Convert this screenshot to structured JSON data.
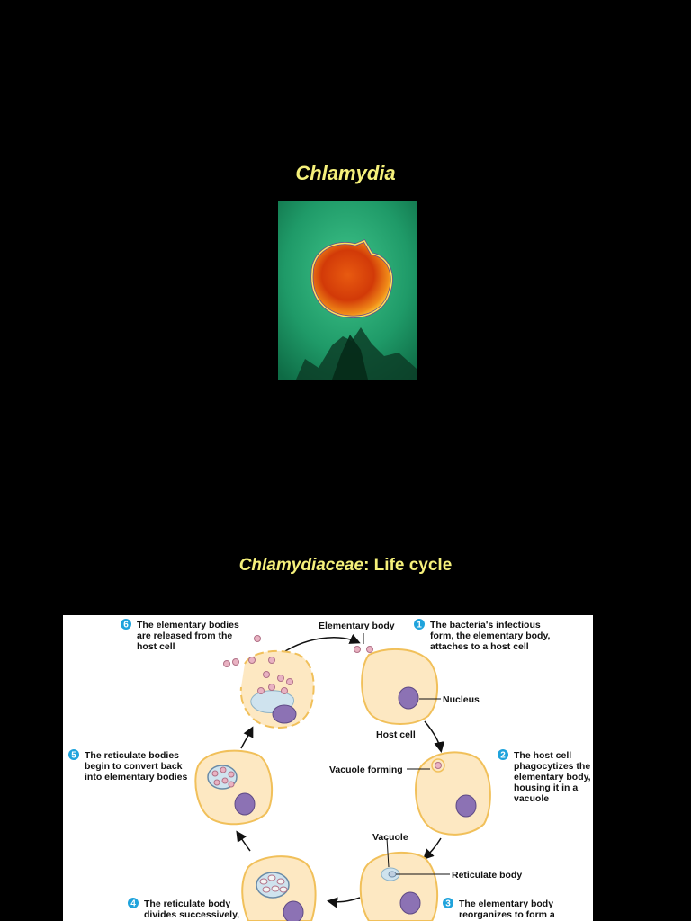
{
  "slide1": {
    "title": "Chlamydia"
  },
  "slide2": {
    "title_italic": "Chlamydiaceae",
    "title_rest": ": Life cycle"
  },
  "colors": {
    "title": "#f5f07a",
    "cell_fill": "#fde8c2",
    "cell_border": "#f1c05a",
    "nucleus": "#8c72b4",
    "step_badge": "#1fa3dc"
  },
  "diagram": {
    "labels": {
      "elementary_body": "Elementary body",
      "nucleus": "Nucleus",
      "host_cell": "Host cell",
      "vacuole_forming": "Vacuole forming",
      "vacuole": "Vacuole",
      "reticulate_body": "Reticulate body"
    },
    "steps": [
      {
        "num": "1",
        "lines": [
          "The bacteria's infectious",
          "form, the elementary body,",
          "attaches to a host cell"
        ]
      },
      {
        "num": "2",
        "lines": [
          "The host cell",
          "phagocytizes the",
          "elementary body,",
          "housing it in a",
          "vacuole"
        ]
      },
      {
        "num": "3",
        "lines": [
          "The elementary body",
          "reorganizes to form a"
        ]
      },
      {
        "num": "4",
        "lines": [
          "The reticulate body",
          "divides successively,"
        ]
      },
      {
        "num": "5",
        "lines": [
          "The reticulate bodies",
          "begin to convert back",
          "into elementary bodies"
        ]
      },
      {
        "num": "6",
        "lines": [
          "The elementary bodies",
          "are released from the",
          "host cell"
        ]
      }
    ]
  }
}
